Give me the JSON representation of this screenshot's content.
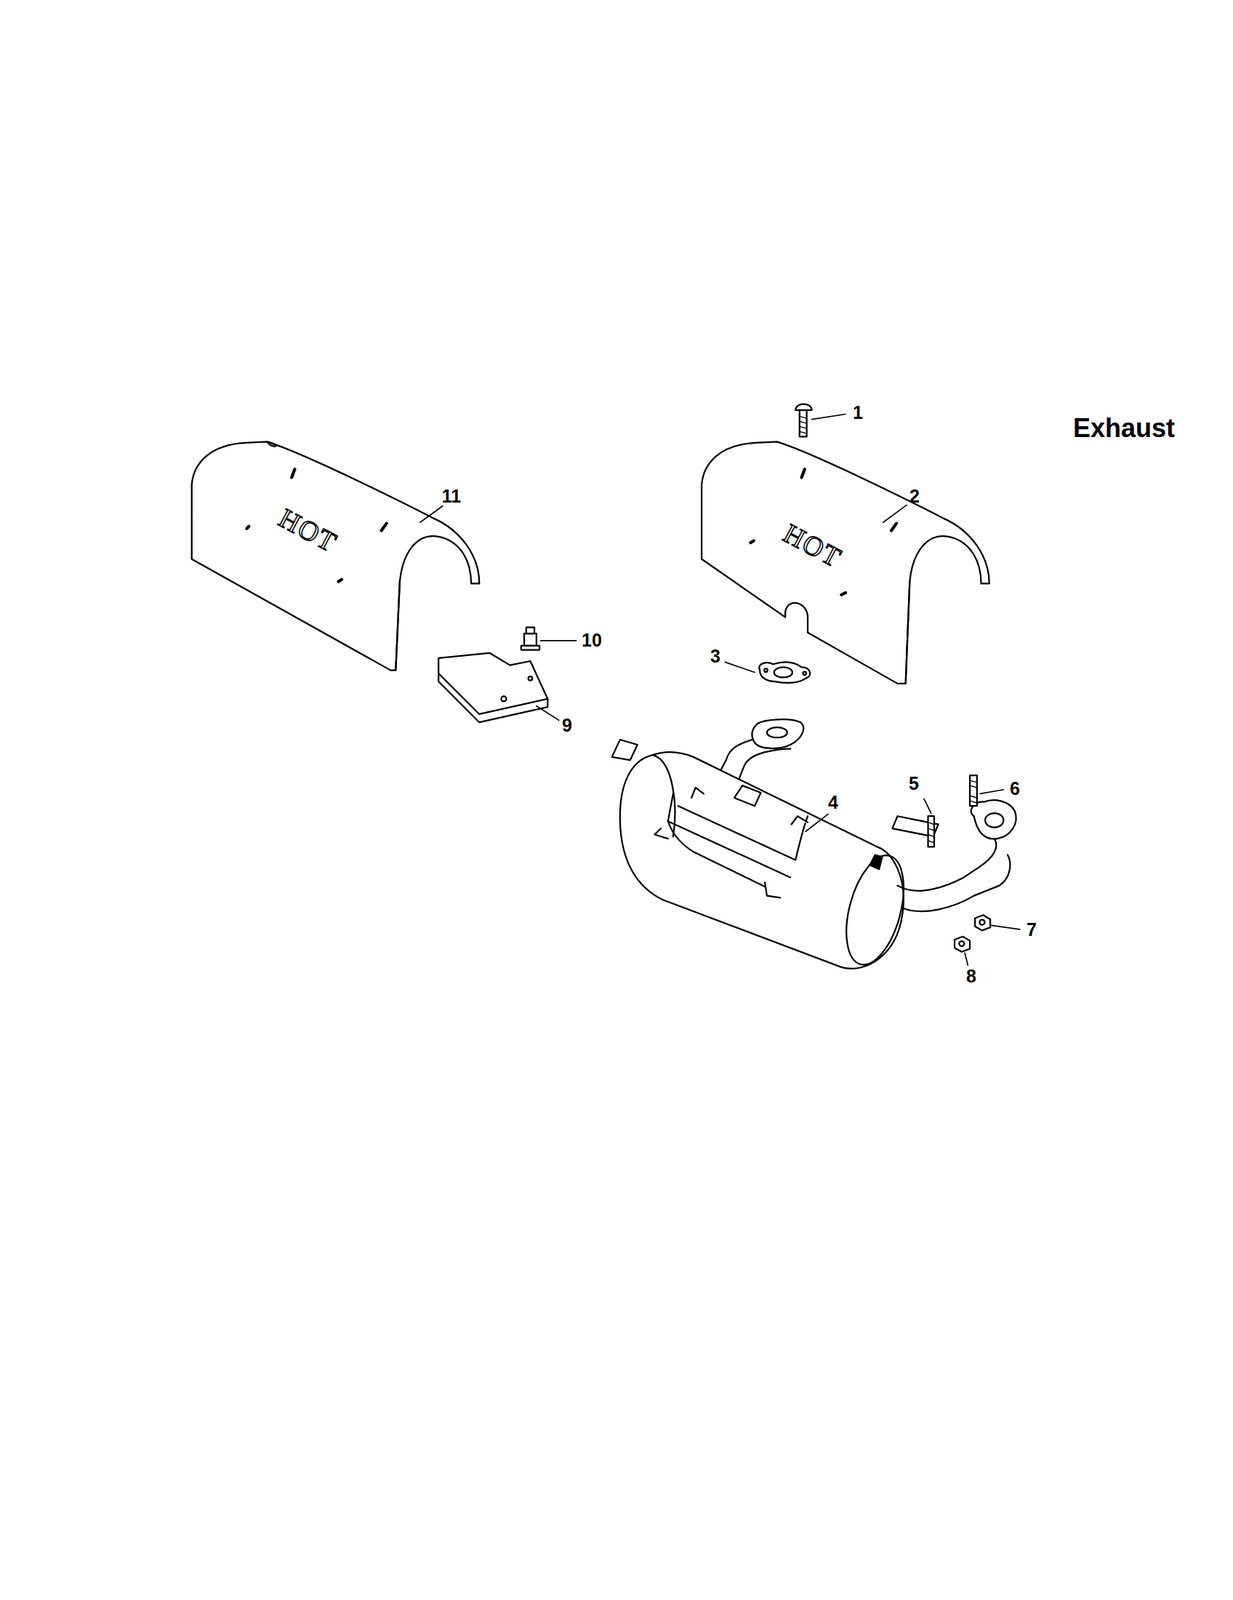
{
  "diagram": {
    "title": "Exhaust",
    "labels": [
      "1",
      "11",
      "2",
      "HOT",
      "HOT",
      "10",
      "3",
      "9",
      "5",
      "4",
      "6",
      "7",
      "8"
    ]
  }
}
